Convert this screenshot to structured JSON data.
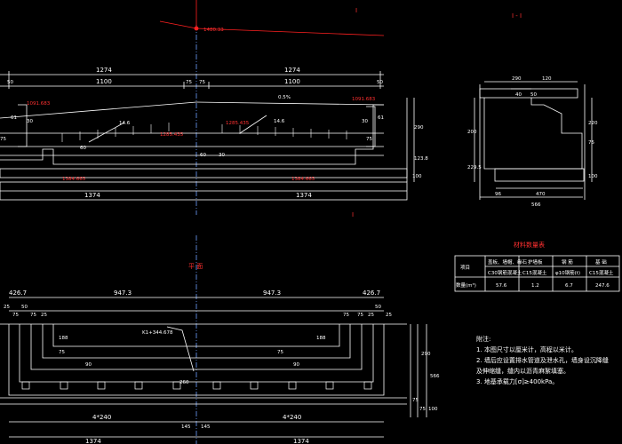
{
  "drawing": {
    "cut_mark_top": "I",
    "cut_mark_bottom": "I",
    "section_title": "I - I",
    "plan_title": "平 面",
    "table_title": "材料数量表",
    "elevation_label": "1480.33",
    "station_label": "K1+344.678"
  },
  "elevation_dims": {
    "total_left": "1274",
    "total_right": "1274",
    "inner_left": "1100",
    "inner_right": "1100",
    "edge_left": "50",
    "edge_right": "50",
    "center_left": "75",
    "center_right": "75",
    "bottom_left": "1374",
    "bottom_right": "1374",
    "slope_text": "0.5%",
    "red_notes": [
      "1091.683",
      "1091.683",
      "1285.435",
      "1285.435",
      "1384.665",
      "1384.665"
    ],
    "small": [
      "61",
      "30",
      "75",
      "14.6",
      "14.6",
      "60",
      "30",
      "60",
      "30",
      "61",
      "75",
      "290",
      "123.8",
      "100"
    ]
  },
  "section_dims": {
    "top": [
      "290",
      "120"
    ],
    "mid": [
      "40",
      "50"
    ],
    "side_left": [
      "200",
      "229.5"
    ],
    "side_right": [
      "220",
      "75",
      "100"
    ],
    "bottom": [
      "96",
      "470",
      "566"
    ]
  },
  "plan_dims": {
    "left_top": "426.7",
    "left_mid": "947.3",
    "right_mid": "947.3",
    "right_top": "426.7",
    "small_left": [
      "25",
      "75",
      "50",
      "75",
      "25"
    ],
    "small_right": [
      "75",
      "75",
      "25",
      "50",
      "25"
    ],
    "inner_labels": [
      "188",
      "75",
      "90",
      "260",
      "75",
      "90",
      "188"
    ],
    "right_side": [
      "290",
      "566",
      "75",
      "75",
      "100"
    ],
    "bottom_left": "4*240",
    "bottom_right": "4*240",
    "mid_small": [
      "145",
      "145"
    ],
    "total_left": "1374",
    "total_right": "1374"
  },
  "material_table": {
    "headers": [
      "项目",
      "盖板、墙帽、缘石",
      "护墙板",
      "钢 筋",
      "基 础"
    ],
    "subheaders": [
      "",
      "C30钢筋混凝土",
      "C15混凝土",
      "φ10钢筋(t)",
      "C15混凝土"
    ],
    "row_label": "数量(m³)",
    "values": [
      "57.6",
      "1.2",
      "6.7",
      "247.6"
    ]
  },
  "notes": {
    "title": "附注:",
    "items": [
      "1. 本图尺寸以厘米计，高程以米计。",
      "2. 墙后应设置排水管道及泄水孔，墙身设沉降缝",
      "   及伸缩缝，缝内以沥青麻絮填塞。",
      "3. 地基承载力[σ]≥400kPa。"
    ]
  }
}
